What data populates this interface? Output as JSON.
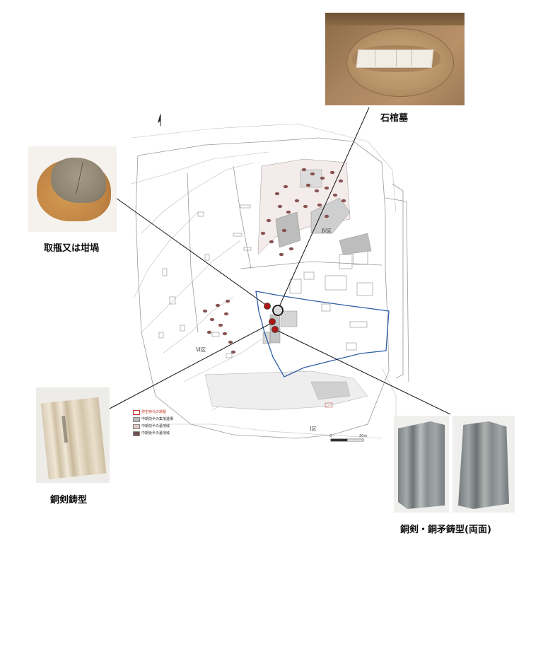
{
  "captions": {
    "stone_coffin": "石棺墓",
    "pot": "取瓶又は坩堝",
    "sword_mold": "銅剣鋳型",
    "sword_spear_mold": "銅剣・銅矛鋳型(両面)"
  },
  "legend": {
    "items": [
      {
        "label": "弥生時代の墳墓",
        "color": "#ffffff",
        "border": "#c0392b",
        "text_color": "#c0392b"
      },
      {
        "label": "中期前半の集落遺構",
        "color": "#b9b9b9",
        "border": "#888888",
        "text_color": "#333333"
      },
      {
        "label": "中期前半の墓地域",
        "color": "#e3c9c4",
        "border": "#888888",
        "text_color": "#333333"
      },
      {
        "label": "中期後半の墓地域",
        "color": "#6e5050",
        "border": "#555555",
        "text_color": "#333333"
      }
    ]
  },
  "area_labels": {
    "area_4": "Ⅳ区",
    "area_6": "Ⅵ区",
    "area_1": "Ⅰ区"
  },
  "scale": {
    "zero": "0",
    "distance": "20m"
  },
  "colors": {
    "highlight_blue": "#2f5fa8",
    "marker_red": "#b01818",
    "marker_ring": "#111111"
  }
}
